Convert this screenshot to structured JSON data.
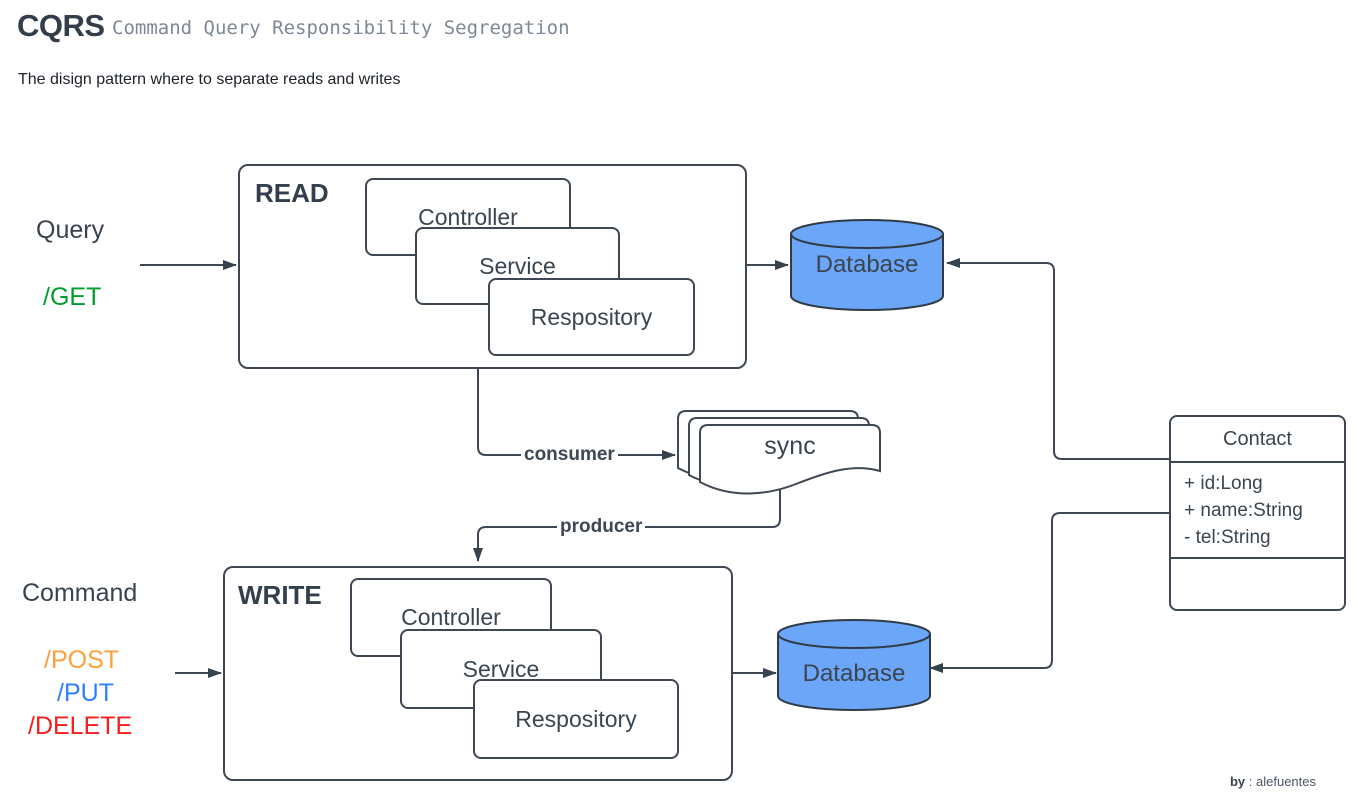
{
  "header": {
    "title": "CQRS",
    "subtitle": "Command Query Responsibility Segregation",
    "tagline": "The disign pattern where to separate reads and writes"
  },
  "read_group": {
    "label": "READ",
    "layers": [
      "Controller",
      "Service",
      "Respository"
    ]
  },
  "write_group": {
    "label": "WRITE",
    "layers": [
      "Controller",
      "Service",
      "Respository"
    ]
  },
  "left_labels": {
    "query": "Query",
    "get": "/GET",
    "command": "Command",
    "post": "/POST",
    "put": "/PUT",
    "delete": "/DELETE"
  },
  "databases": {
    "read_db": "Database",
    "write_db": "Database"
  },
  "sync": {
    "label": "sync",
    "consumer": "consumer",
    "producer": "producer"
  },
  "contact": {
    "title": "Contact",
    "attributes": [
      "+ id:Long",
      "+ name:String",
      "- tel:String"
    ]
  },
  "byline": {
    "by": "by",
    "rest": ": alefuentes"
  },
  "colors": {
    "ink": "#36424E",
    "line": "#3E4753",
    "database_fill": "#6BA6F8",
    "subtitle_grey": "#7E8894",
    "get_green": "#009E2B",
    "post_orange": "#FF9E3D",
    "put_blue": "#2E7FFF",
    "delete_red": "#F81D1D"
  }
}
